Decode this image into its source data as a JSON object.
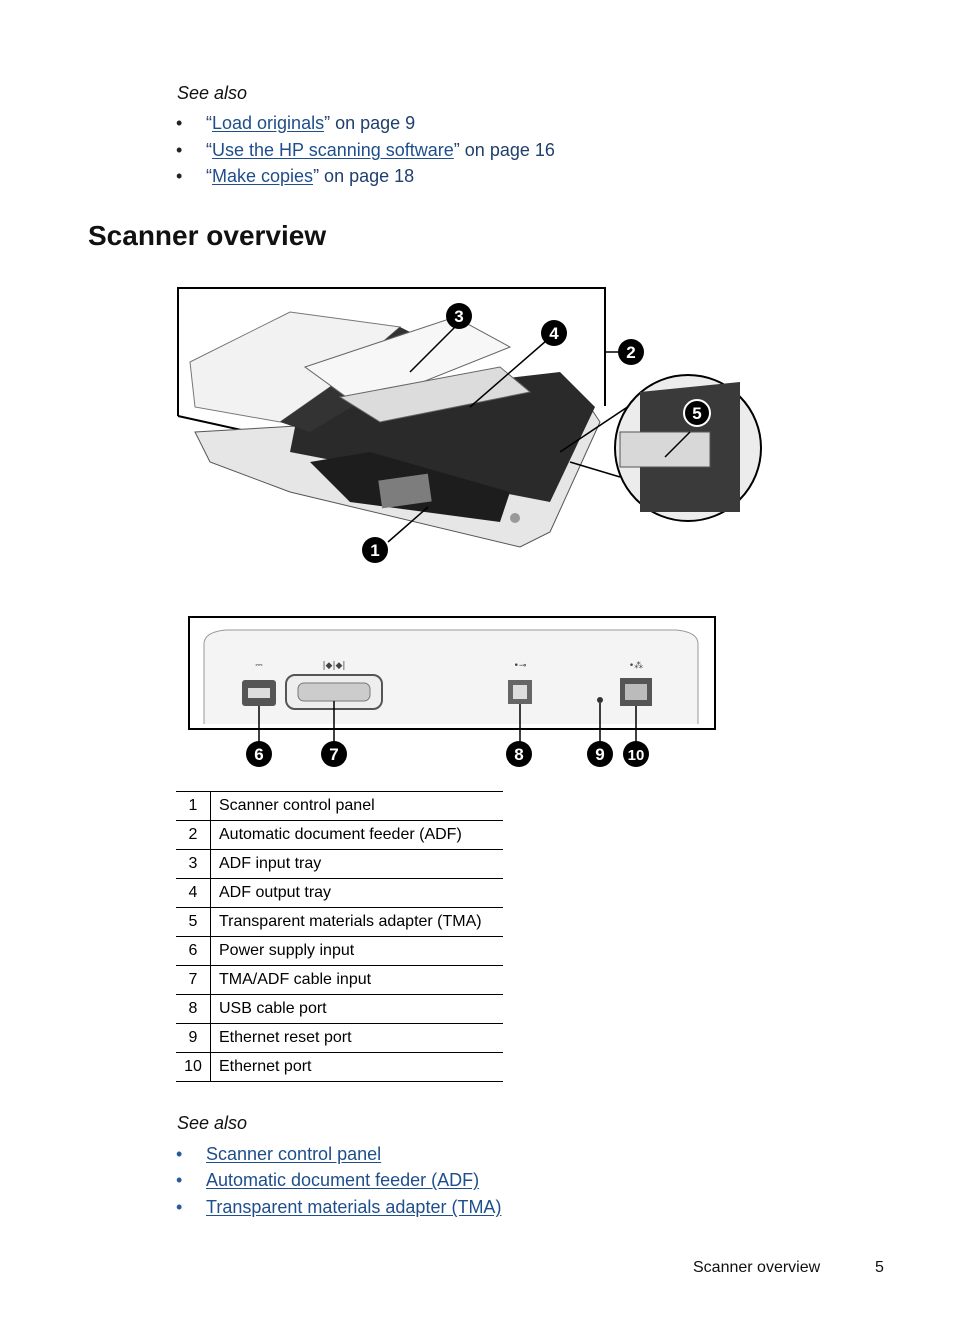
{
  "top_see_also": {
    "heading": "See also",
    "items": [
      {
        "open_quote": "“",
        "link": "Load originals",
        "suffix": "” on page 9"
      },
      {
        "open_quote": "“",
        "link": "Use the HP scanning software",
        "suffix": "” on page 16"
      },
      {
        "open_quote": "“",
        "link": "Make copies",
        "suffix": "” on page 18"
      }
    ]
  },
  "section_title": "Scanner overview",
  "figure": {
    "callouts": [
      "1",
      "2",
      "3",
      "4",
      "5",
      "6",
      "7",
      "8",
      "9",
      "10"
    ]
  },
  "legend_rows": [
    {
      "num": "1",
      "desc": "Scanner control panel"
    },
    {
      "num": "2",
      "desc": "Automatic document feeder (ADF)"
    },
    {
      "num": "3",
      "desc": "ADF input tray"
    },
    {
      "num": "4",
      "desc": "ADF output tray"
    },
    {
      "num": "5",
      "desc": "Transparent materials adapter (TMA)"
    },
    {
      "num": "6",
      "desc": "Power supply input"
    },
    {
      "num": "7",
      "desc": "TMA/ADF cable input"
    },
    {
      "num": "8",
      "desc": "USB cable port"
    },
    {
      "num": "9",
      "desc": "Ethernet reset port"
    },
    {
      "num": "10",
      "desc": "Ethernet port"
    }
  ],
  "bottom_see_also": {
    "heading": "See also",
    "items": [
      {
        "link": "Scanner control panel"
      },
      {
        "link": "Automatic document feeder (ADF)"
      },
      {
        "link": "Transparent materials adapter (TMA)"
      }
    ]
  },
  "footer": {
    "section": "Scanner overview",
    "page": "5"
  },
  "colors": {
    "link": "#1f4e8c",
    "text": "#000000"
  }
}
